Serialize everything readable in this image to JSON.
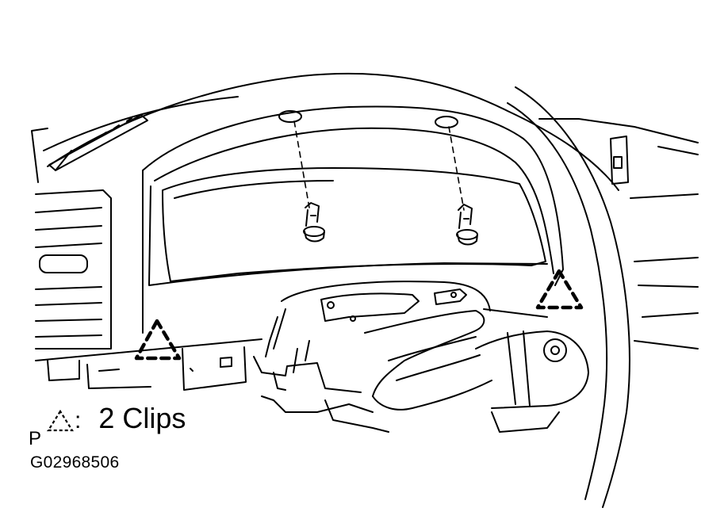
{
  "legend": {
    "mark": "P",
    "description": "2 Clips",
    "symbol": "dashed-triangle-icon"
  },
  "figure_id": "G02968506",
  "colors": {
    "ink": "#000000",
    "paper": "#ffffff"
  }
}
